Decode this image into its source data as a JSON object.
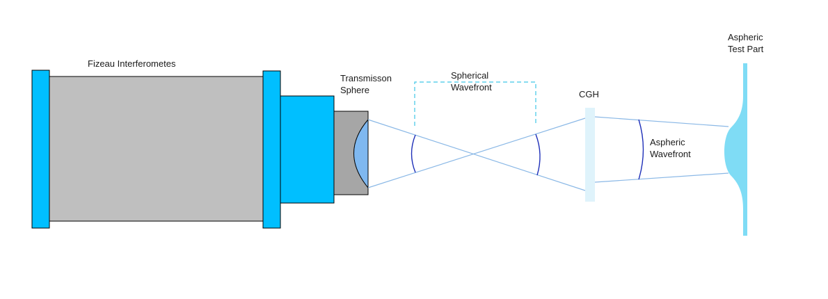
{
  "labels": {
    "interferometer": "Fizeau Interferometes",
    "transmission_sphere_line1": "Transmisson",
    "transmission_sphere_line2": "Sphere",
    "spherical_wavefront_line1": "Spherical",
    "spherical_wavefront_line2": "Wavefront",
    "cgh": "CGH",
    "aspheric_wavefront_line1": "Aspheric",
    "aspheric_wavefront_line2": "Wavefront",
    "test_part_line1": "Aspheric",
    "test_part_line2": "Test Part"
  },
  "colors": {
    "body_gray": "#bfbfbf",
    "flange_blue": "#00bfff",
    "sphere_housing_gray": "#a6a6a6",
    "lens_blue": "#7fb8f0",
    "ray_blue": "#8ab8e6",
    "wavefront_blue": "#1e2fb8",
    "cgh_fill": "#dff3fb",
    "test_part_blue": "#7fdcf5",
    "bracket_cyan": "#3ec6e6",
    "outline": "#000000"
  }
}
